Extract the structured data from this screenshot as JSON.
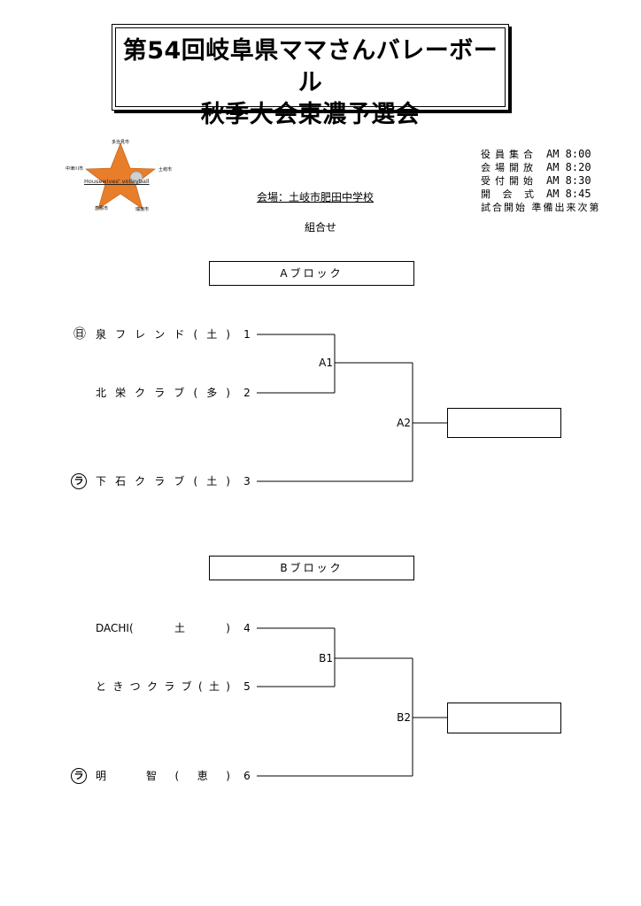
{
  "title": {
    "line1": "第54回岐阜県ママさんバレーボール",
    "line2": "秋季大会東濃予選会"
  },
  "logo": {
    "text": "Housewives' volleyball",
    "cities": {
      "top": "多治見市",
      "left": "中津川市",
      "right": "土岐市",
      "bottom_left": "恵那市",
      "bottom_right": "瑞浪市"
    },
    "colors": {
      "star": "#E87D2A",
      "ball": "#d0d0d0"
    }
  },
  "venue": "会場：土岐市肥田中学校",
  "subtitle": "組合せ",
  "schedule": [
    {
      "label": "役員集合",
      "value": "AM 8:00"
    },
    {
      "label": "会場開放",
      "value": "AM 8:20"
    },
    {
      "label": "受付開始",
      "value": "AM 8:30"
    },
    {
      "label": "開 会 式",
      "value": "AM 8:45"
    }
  ],
  "schedule_last": "試合開始 準備出来次第",
  "blocks": [
    {
      "name": "Aブロック",
      "teams": [
        {
          "mark": "㊐",
          "name": "泉フレンド(土)",
          "number": "1"
        },
        {
          "mark": "",
          "name": "北栄クラブ(多)",
          "number": "2"
        },
        {
          "mark": "ラ",
          "name": "下石クラブ(土)",
          "number": "3"
        }
      ],
      "matches": [
        "A1",
        "A2"
      ]
    },
    {
      "name": "Bブロック",
      "teams": [
        {
          "mark": "",
          "name": "DACHI(土)",
          "number": "4"
        },
        {
          "mark": "",
          "name": "ときつクラブ(土)",
          "number": "5"
        },
        {
          "mark": "ラ",
          "name": "明 智(恵)",
          "number": "6"
        }
      ],
      "matches": [
        "B1",
        "B2"
      ]
    }
  ]
}
